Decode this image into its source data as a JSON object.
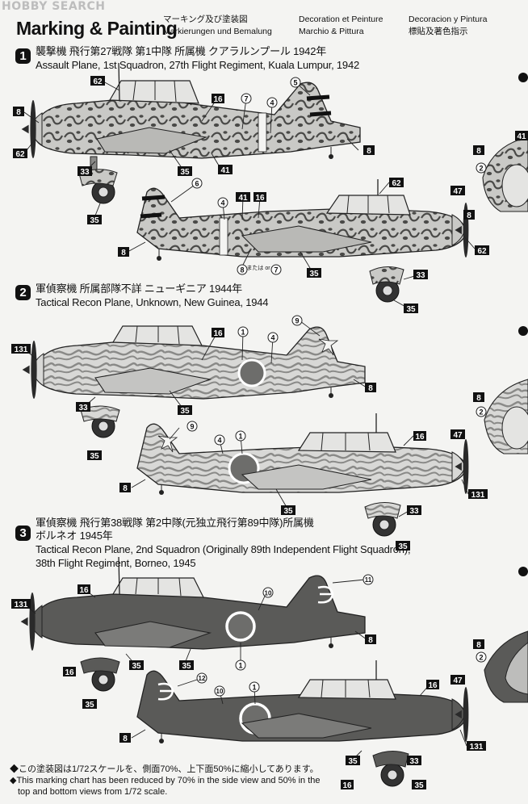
{
  "watermark": "HOBBY SEARCH",
  "header": {
    "title": "Marking & Painting",
    "jp": "マーキング及び塗装図",
    "de": "Markierungen und Bemalung",
    "fr": "Decoration et Peinture",
    "it": "Marchio & Pittura",
    "es": "Decoracion y Pintura",
    "zh": "標貼及著色指示"
  },
  "schemes": [
    {
      "number": "1",
      "jp": "襲撃機 飛行第27戦隊 第1中隊 所属機 クアラルンプール 1942年",
      "en": "Assault Plane, 1st Squadron, 27th Flight Regiment, Kuala Lumpur, 1942"
    },
    {
      "number": "2",
      "jp": "軍偵察機 所属部隊不詳 ニューギニア 1944年",
      "en": "Tactical Recon Plane, Unknown, New Guinea, 1944"
    },
    {
      "number": "3",
      "jp": "軍偵察機 飛行第38戦隊 第2中隊(元独立飛行第89中隊)所属機",
      "jp2": "ボルネオ 1945年",
      "en": "Tactical Recon Plane, 2nd Squadron (Originally 89th Independent Flight Squadron),",
      "en2": "38th Flight Regiment, Borneo, 1945"
    }
  ],
  "callouts": {
    "c62": "62",
    "c8": "8",
    "c16": "16",
    "c7": "7",
    "c4": "4",
    "c5": "5",
    "c33": "33",
    "c35": "35",
    "c41": "41",
    "c6": "6",
    "c131": "131",
    "c1": "1",
    "c9": "9",
    "c10": "10",
    "c11": "11",
    "c12": "12",
    "c47": "47",
    "c2": "2",
    "or": "または or"
  },
  "footer": {
    "jp": "◆この塗装図は1/72スケールを、側面70%、上下面50%に縮小してあります。",
    "en1": "◆This marking chart has been reduced by 70% in the side view and 50% in the",
    "en2": "top and bottom views from 1/72 scale."
  },
  "colors": {
    "scheme1_base": "#c9c9c6",
    "scheme1_pattern": "#4a4a48",
    "scheme2_base": "#d8d8d6",
    "scheme2_pattern": "#7a7a78",
    "scheme3_base": "#5a5a58",
    "hinomaru_dark": "#6d6d6b",
    "hinomaru_light": "#ffffff",
    "accent_bg": "#f4f4f2"
  }
}
